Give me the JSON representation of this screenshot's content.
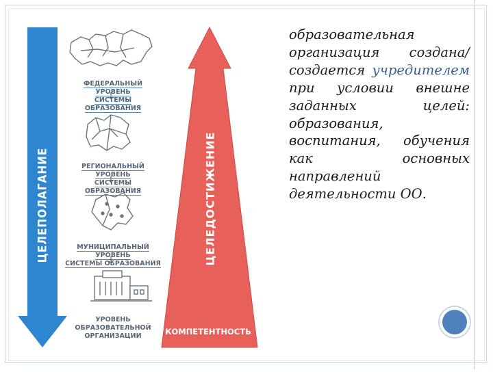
{
  "diagram": {
    "left_arrow_label": "ЦЕЛЕПОЛАГАНИЕ",
    "center_arrow_label": "ЦЕЛЕДОСТИЖЕНИЕ",
    "center_arrow_base_label": "КОМПЕТЕНТНОСТЬ",
    "levels": [
      {
        "icon": "russia-map-icon",
        "label": "ФЕДЕРАЛЬНЫЙ УРОВЕНЬ\nСИСТЕМЫ ОБРАЗОВАНИЯ"
      },
      {
        "icon": "region-map-icon",
        "label": "РЕГИОНАЛЬНЫЙ УРОВЕНЬ\nСИСТЕМЫ ОБРАЗОВАНИЯ"
      },
      {
        "icon": "municipality-map-icon",
        "label": "МУНИЦИПАЛЬНЫЙ УРОВЕНЬ\nСИСТЕМЫ ОБРАЗОВАНИЯ"
      },
      {
        "icon": "school-building-icon",
        "label": "УРОВЕНЬ\nОБРАЗОВАТЕЛЬНОЙ\nОРГАНИЗАЦИИ"
      }
    ],
    "colors": {
      "left_arrow": "#2f86d0",
      "center_arrow": "#e8605a"
    }
  },
  "text": {
    "part1": "образовательная организация создана/создается ",
    "part2": "учредителем",
    "part3": " при условии внешне заданных целей: образования, воспитания, обучения как основных направлений деятельности ОО."
  },
  "colors": {
    "accent_circle": "#4f81bd",
    "frame": "#c9d7e6"
  }
}
